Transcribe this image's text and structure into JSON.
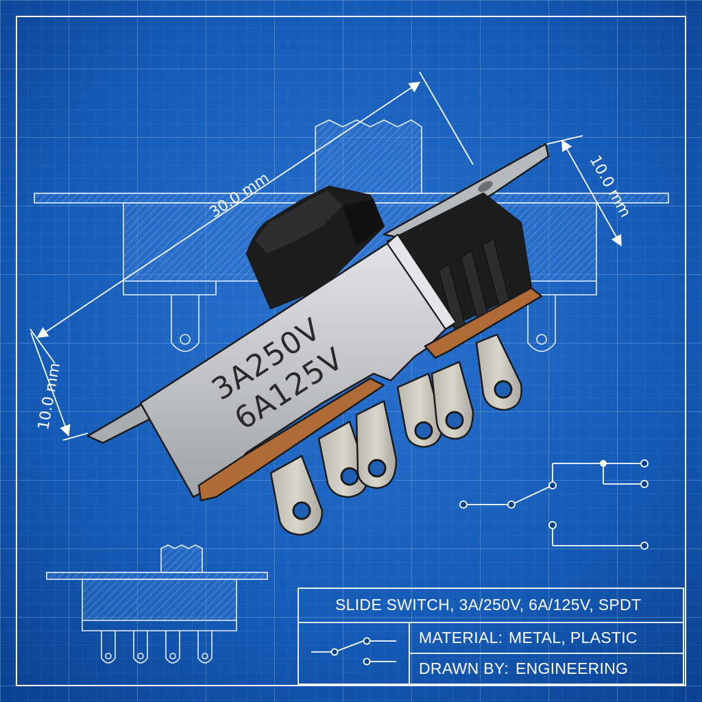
{
  "drawing": {
    "dimension_length": "30.0 mm",
    "dimension_width": "10.0 mm",
    "dimension_height": "10.0 mm"
  },
  "switch": {
    "rating_line_1": "3A250V",
    "rating_line_2": "6A125V"
  },
  "title_block": {
    "title": "SLIDE SWITCH, 3A/250V, 6A/125V, SPDT",
    "material_label": "MATERIAL:",
    "material_value": "METAL, PLASTIC",
    "drawn_by_label": "DRAWN BY:",
    "drawn_by_value": "ENGINEERING"
  },
  "colors": {
    "background": "#0b3f8f",
    "grid_line": "#ffffff",
    "metal": "#c3c5c9",
    "plastic": "#1c1c1c",
    "base": "#b16b36"
  }
}
